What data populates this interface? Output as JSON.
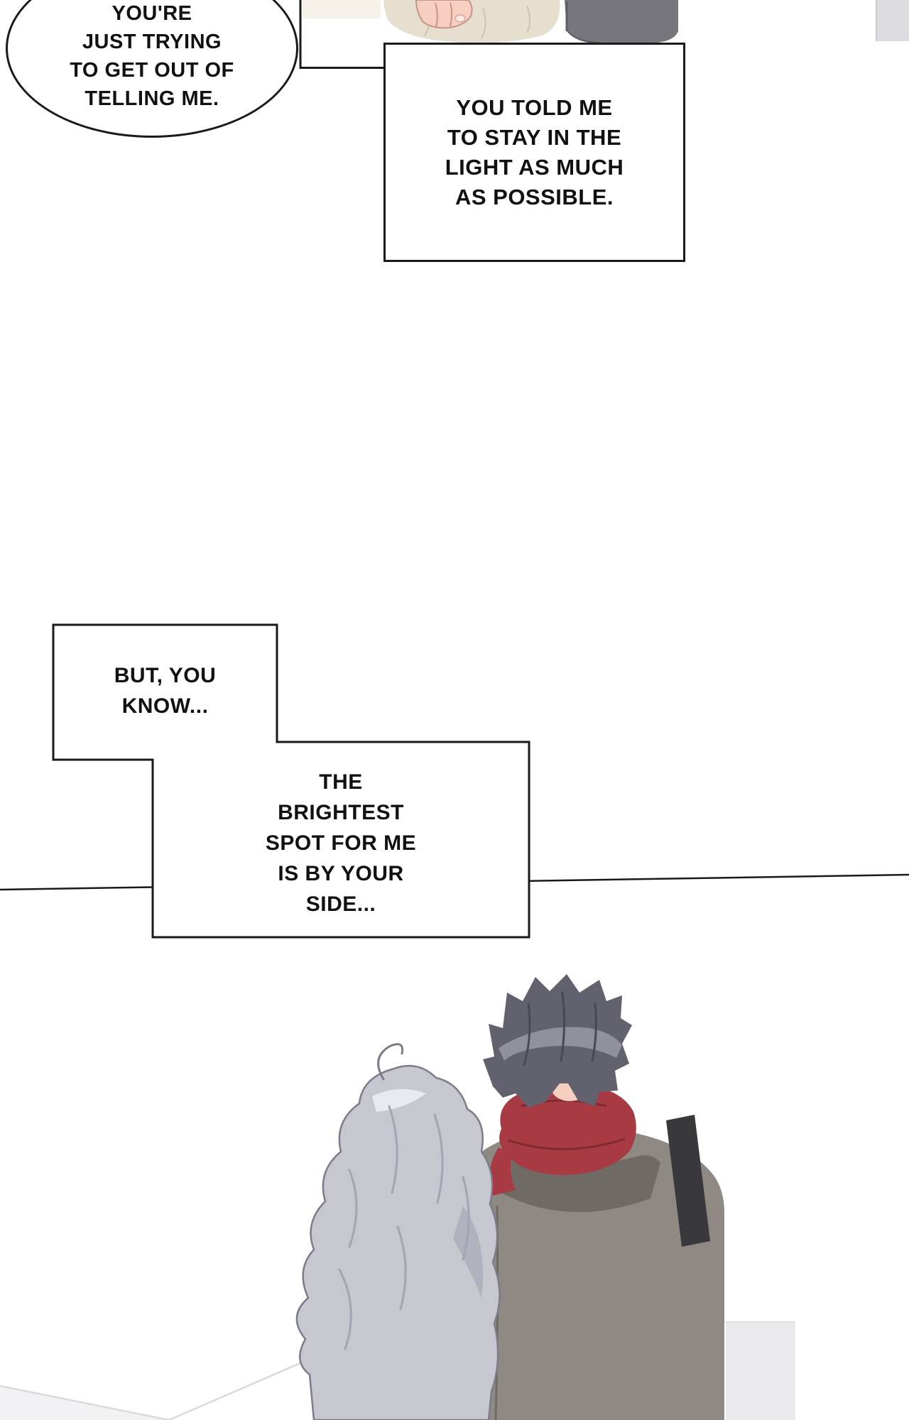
{
  "speech": {
    "bubble1": {
      "lines": [
        "YOU'RE",
        "JUST TRYING",
        "TO GET OUT OF",
        "TELLING ME."
      ]
    },
    "box1": {
      "lines": [
        "YOU TOLD ME",
        "TO STAY IN THE",
        "LIGHT AS MUCH",
        "AS POSSIBLE."
      ]
    },
    "box2": {
      "lines": [
        "BUT, YOU",
        "KNOW..."
      ]
    },
    "box3": {
      "lines": [
        "THE",
        "BRIGHTEST",
        "SPOT FOR ME",
        "IS BY YOUR",
        "SIDE..."
      ]
    }
  },
  "art": {
    "colors": {
      "outline": "#1a1a1a",
      "beige_garment": "#e6dfd0",
      "beige_shadow": "#cdc3ae",
      "skin": "#f6cfc1",
      "gray_jacket": "#77767c",
      "wall_strip": "#dcdce0",
      "dark_hair": "#62626e",
      "dark_hair_shadow": "#494955",
      "dark_hair_highlight": "#9a9aa6",
      "silver_hair": "#c7c7d0",
      "silver_hair_shadow": "#a4a4b2",
      "silver_hair_light": "#e9e9f0",
      "silver_hair_line": "#7c7c8a",
      "scarf": "#a83a44",
      "scarf_shadow": "#7e2a33",
      "coat": "#8e8983",
      "coat_collar": "#6f6a64",
      "strap": "#38383d",
      "floor_line": "#d9d9df",
      "pale_panel": "#e9e9ee"
    }
  }
}
